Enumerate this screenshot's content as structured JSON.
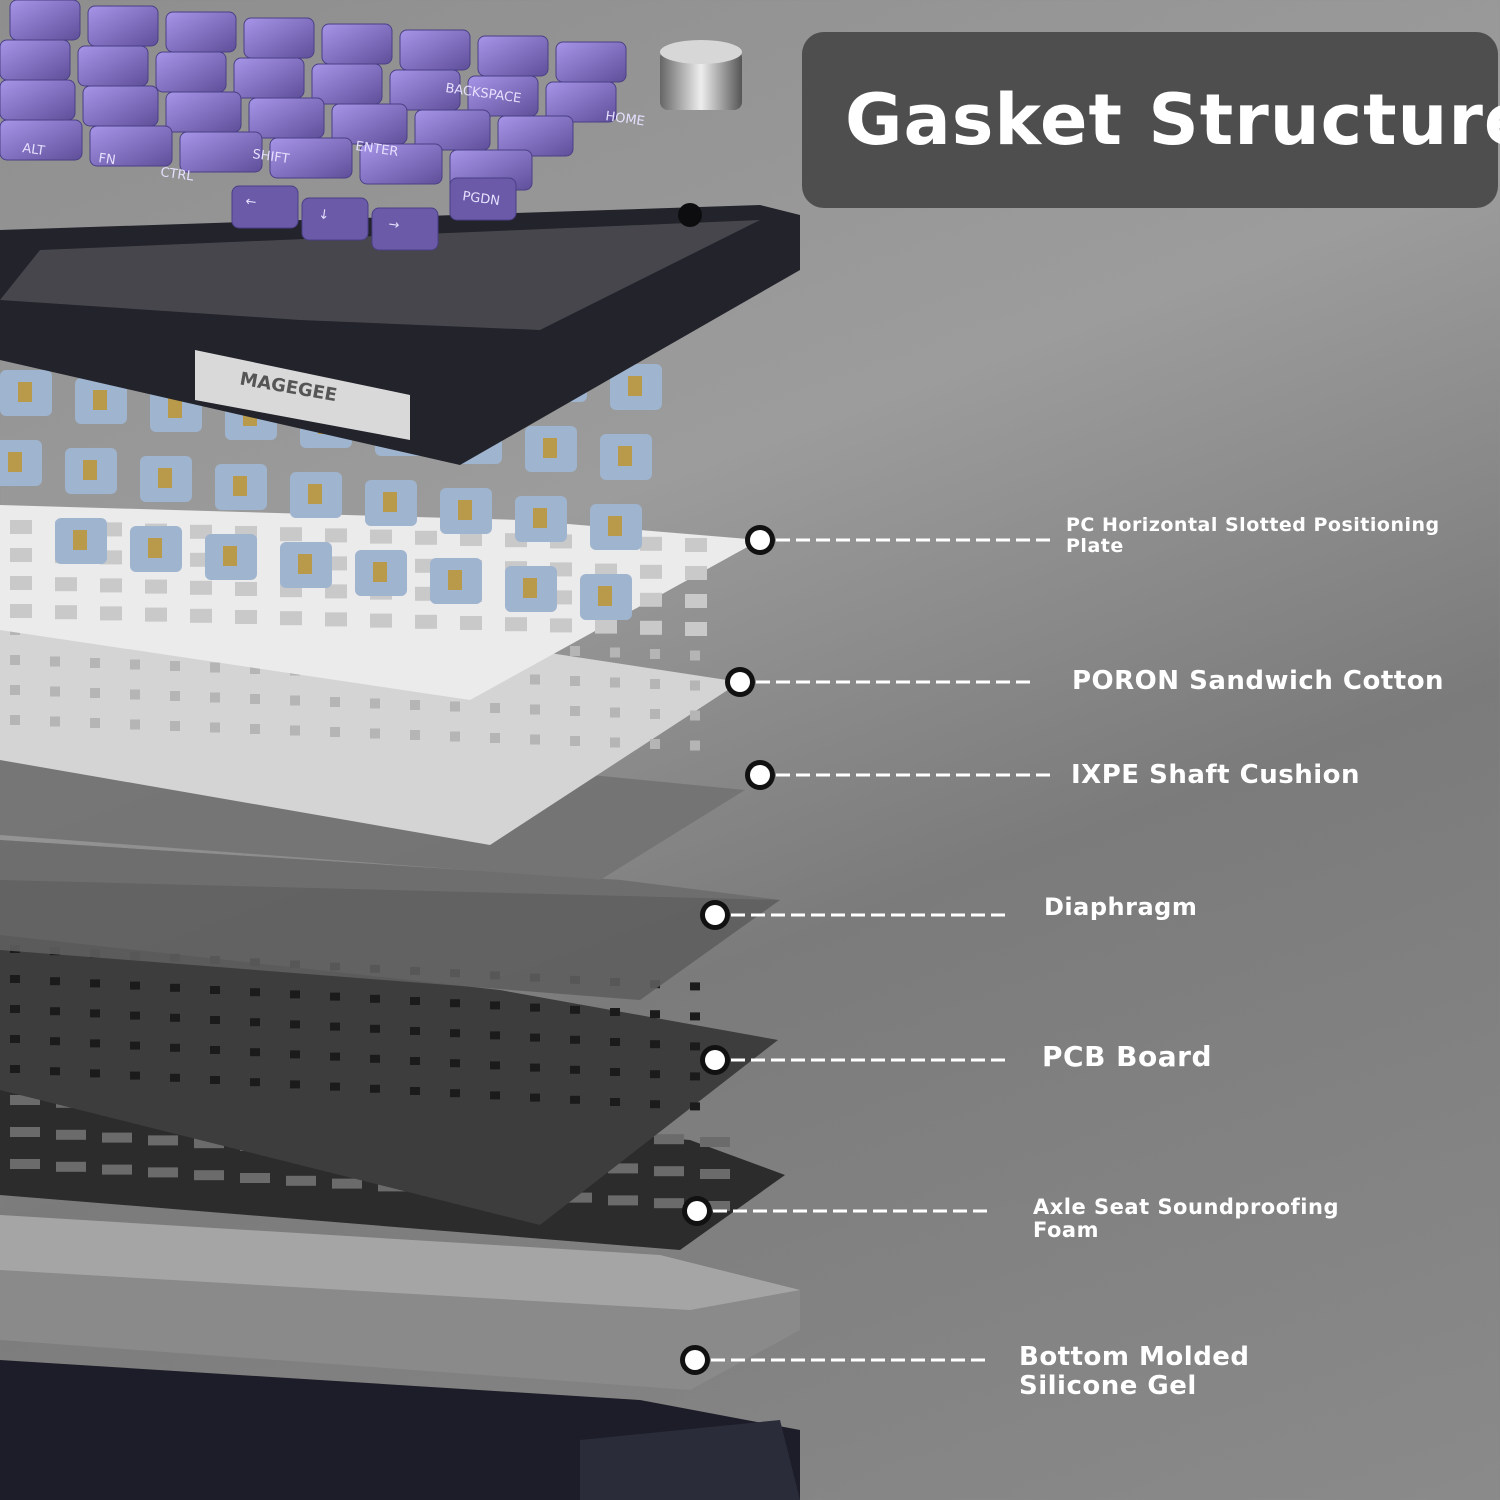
{
  "title": "Gasket Structure",
  "brand": "MAGEGEE",
  "keycaps": [
    "ALT",
    "FN",
    "CTRL",
    "SHIFT",
    "ENTER",
    "BACKSPACE",
    "HOME",
    "PGDN",
    "←",
    "↓",
    "→"
  ],
  "layers": [
    {
      "id": "pc-plate",
      "label": "PC Horizontal Slotted Positioning Plate"
    },
    {
      "id": "poron",
      "label": "PORON Sandwich Cotton"
    },
    {
      "id": "ixpe",
      "label": "IXPE Shaft Cushion"
    },
    {
      "id": "diaphragm",
      "label": "Diaphragm"
    },
    {
      "id": "pcb",
      "label": "PCB Board"
    },
    {
      "id": "axle-foam",
      "label": "Axle Seat Soundproofing\n Foam"
    },
    {
      "id": "bottom-gel",
      "label": "Bottom Molded\n Silicone Gel"
    }
  ],
  "colors": {
    "keycap_purple": "#8f7fd6",
    "case_black": "#1f2026",
    "switch_blue": "#9fb4cf",
    "label_white": "#ffffff"
  }
}
